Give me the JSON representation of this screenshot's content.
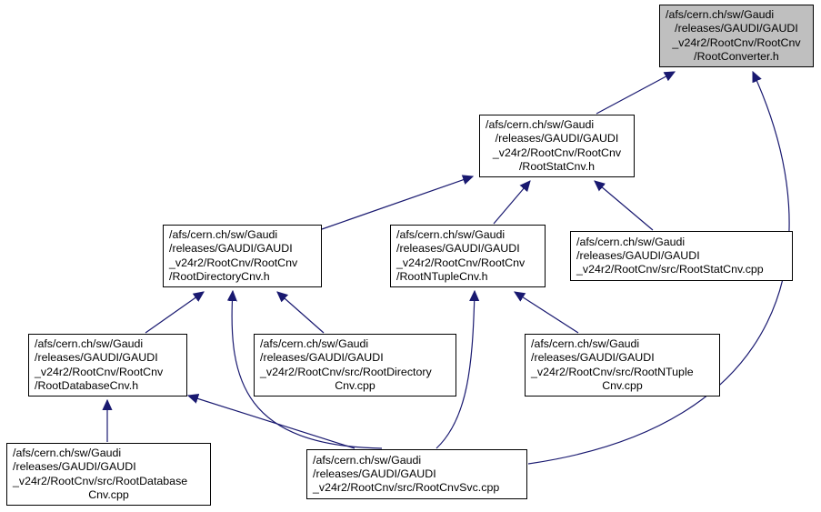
{
  "graph": {
    "edge_color": "#191970",
    "root_fill": "#bfbfbf",
    "nodes": [
      {
        "id": "root",
        "lines": [
          "/afs/cern.ch/sw/Gaudi",
          "/releases/GAUDI/GAUDI",
          "_v24r2/RootCnv/RootCnv",
          "/RootConverter.h"
        ]
      },
      {
        "id": "statcnv",
        "lines": [
          "/afs/cern.ch/sw/Gaudi",
          "/releases/GAUDI/GAUDI",
          "_v24r2/RootCnv/RootCnv",
          "/RootStatCnv.h"
        ]
      },
      {
        "id": "dircnv",
        "lines": [
          "/afs/cern.ch/sw/Gaudi",
          "/releases/GAUDI/GAUDI",
          "_v24r2/RootCnv/RootCnv",
          "/RootDirectoryCnv.h"
        ]
      },
      {
        "id": "ntuplecnv",
        "lines": [
          "/afs/cern.ch/sw/Gaudi",
          "/releases/GAUDI/GAUDI",
          "_v24r2/RootCnv/RootCnv",
          "/RootNTupleCnv.h"
        ]
      },
      {
        "id": "statcpp",
        "lines": [
          "/afs/cern.ch/sw/Gaudi",
          "/releases/GAUDI/GAUDI",
          "_v24r2/RootCnv/src/RootStatCnv.cpp"
        ]
      },
      {
        "id": "dbcnv",
        "lines": [
          "/afs/cern.ch/sw/Gaudi",
          "/releases/GAUDI/GAUDI",
          "_v24r2/RootCnv/RootCnv",
          "/RootDatabaseCnv.h"
        ]
      },
      {
        "id": "dircpp",
        "lines": [
          "/afs/cern.ch/sw/Gaudi",
          "/releases/GAUDI/GAUDI",
          "_v24r2/RootCnv/src/RootDirectory",
          "Cnv.cpp"
        ]
      },
      {
        "id": "ntuplecpp",
        "lines": [
          "/afs/cern.ch/sw/Gaudi",
          "/releases/GAUDI/GAUDI",
          "_v24r2/RootCnv/src/RootNTuple",
          "Cnv.cpp"
        ]
      },
      {
        "id": "dbcpp",
        "lines": [
          "/afs/cern.ch/sw/Gaudi",
          "/releases/GAUDI/GAUDI",
          "_v24r2/RootCnv/src/RootDatabase",
          "Cnv.cpp"
        ]
      },
      {
        "id": "svccpp",
        "lines": [
          "/afs/cern.ch/sw/Gaudi",
          "/releases/GAUDI/GAUDI",
          "_v24r2/RootCnv/src/RootCnvSvc.cpp"
        ]
      }
    ],
    "edges": [
      {
        "from": "statcnv",
        "to": "root"
      },
      {
        "from": "svccpp",
        "to": "root"
      },
      {
        "from": "dircnv",
        "to": "statcnv"
      },
      {
        "from": "ntuplecnv",
        "to": "statcnv"
      },
      {
        "from": "statcpp",
        "to": "statcnv"
      },
      {
        "from": "dbcnv",
        "to": "dircnv"
      },
      {
        "from": "dircpp",
        "to": "dircnv"
      },
      {
        "from": "svccpp",
        "to": "dircnv"
      },
      {
        "from": "ntuplecpp",
        "to": "ntuplecnv"
      },
      {
        "from": "svccpp",
        "to": "ntuplecnv"
      },
      {
        "from": "dbcpp",
        "to": "dbcnv"
      },
      {
        "from": "svccpp",
        "to": "dbcnv"
      }
    ]
  }
}
